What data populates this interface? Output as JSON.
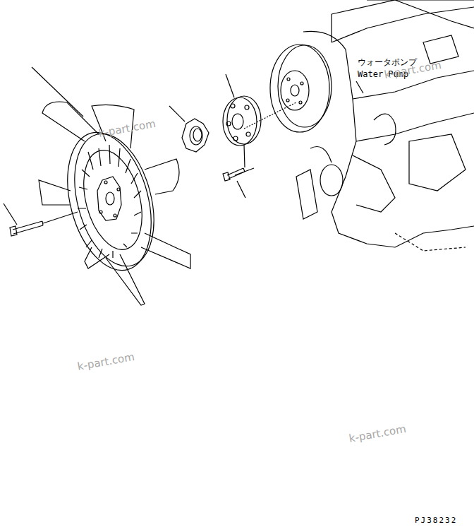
{
  "diagram": {
    "labels": [
      "ウォータポンプ",
      "Water Pump",
      "k-part.com",
      "k-part.com",
      "k-part.com",
      "k-part.com",
      "PJ38232"
    ]
  }
}
